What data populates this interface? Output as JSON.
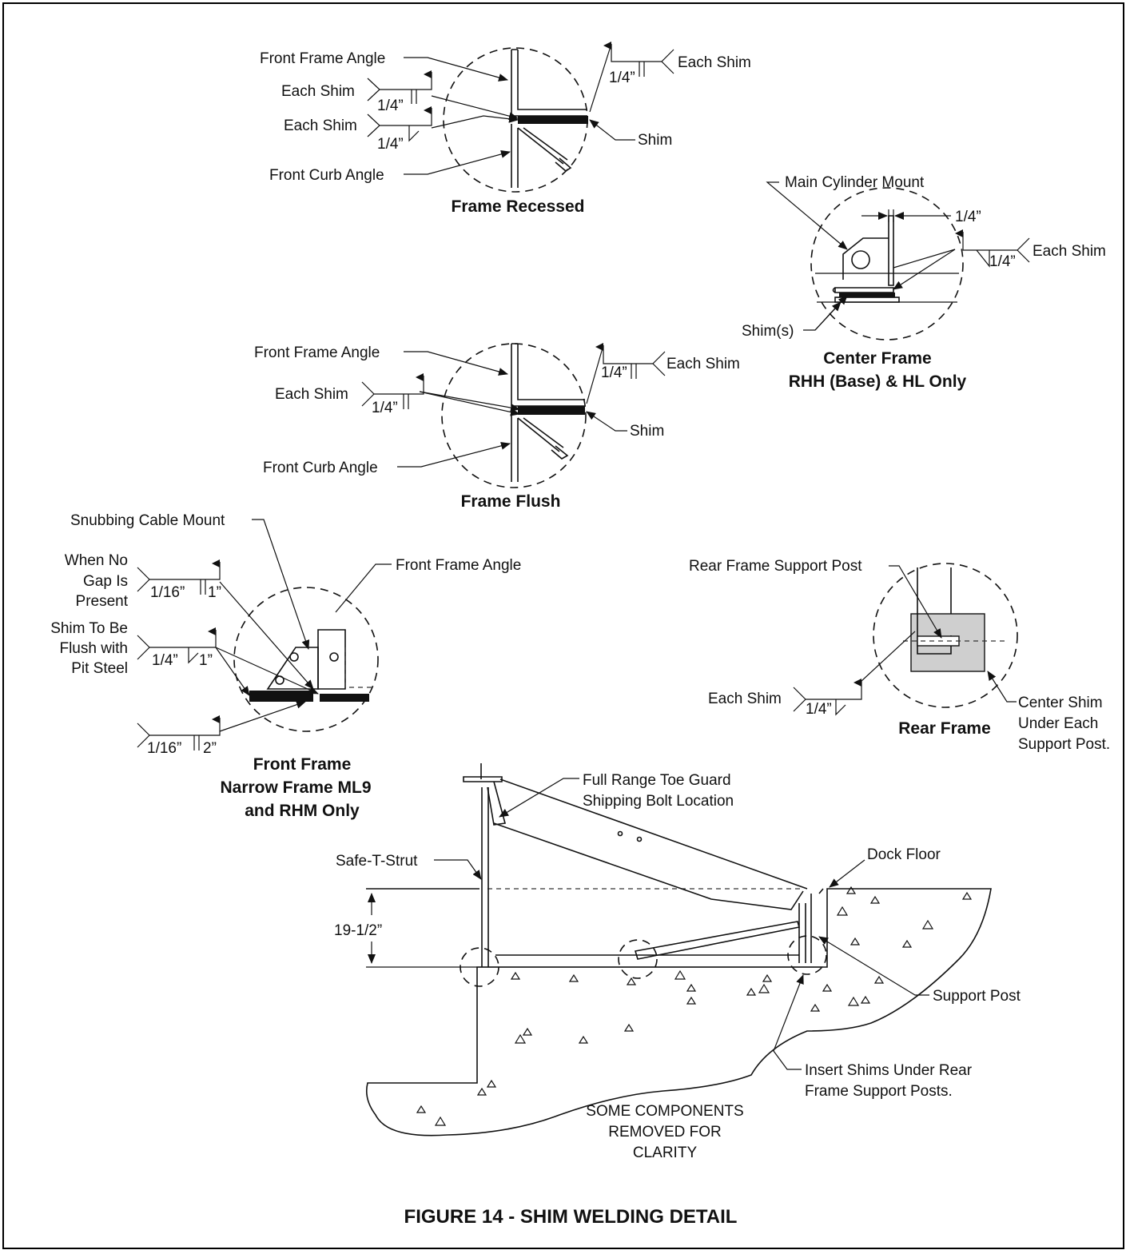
{
  "figure_caption": "FIGURE 14 - SHIM WELDING DETAIL",
  "details": {
    "recessed": {
      "title": "Frame Recessed",
      "front_frame_angle": "Front Frame Angle",
      "each_shim_a": "Each Shim",
      "each_shim_b": "Each Shim",
      "each_shim_right": "Each Shim",
      "front_curb_angle": "Front Curb Angle",
      "shim": "Shim",
      "weld_a": "1/4”",
      "weld_b": "1/4”",
      "weld_right": "1/4”"
    },
    "flush": {
      "title": "Frame Flush",
      "front_frame_angle": "Front Frame Angle",
      "each_shim_left": "Each Shim",
      "each_shim_right": "Each Shim",
      "front_curb_angle": "Front Curb Angle",
      "shim": "Shim",
      "weld_left": "1/4”",
      "weld_right": "1/4”"
    },
    "center": {
      "title_line1": "Center Frame",
      "title_line2": "RHH (Base) & HL Only",
      "main_cylinder_mount": "Main Cylinder Mount",
      "dim": "1/4”",
      "each_shim": "Each Shim",
      "weld": "1/4”",
      "shims": "Shim(s)"
    },
    "front": {
      "title_line1": "Front Frame",
      "title_line2": "Narrow Frame ML9",
      "title_line3": "and RHM Only",
      "snubbing_cable_mount": "Snubbing Cable Mount",
      "front_frame_angle": "Front Frame Angle",
      "no_gap_line1": "When No",
      "no_gap_line2": "Gap Is",
      "no_gap_line3": "Present",
      "flush_line1": "Shim To Be",
      "flush_line2": "Flush with",
      "flush_line3": "Pit Steel",
      "weld1_size": "1/16”",
      "weld1_len": "1”",
      "weld2_size": "1/4”",
      "weld2_len": "1”",
      "weld3_size": "1/16”",
      "weld3_len": "2”"
    },
    "rear": {
      "title": "Rear Frame",
      "rear_frame_support_post": "Rear Frame Support Post",
      "each_shim": "Each Shim",
      "weld": "1/4”",
      "center_line1": "Center Shim",
      "center_line2": "Under Each",
      "center_line3": "Support Post."
    },
    "leveler": {
      "toe_guard_line1": "Full Range Toe Guard",
      "toe_guard_line2": "Shipping Bolt Location",
      "safe_t_strut": "Safe-T-Strut",
      "dock_floor": "Dock Floor",
      "dimension": "19-1/2”",
      "support_post": "Support Post",
      "insert_line1": "Insert Shims Under Rear",
      "insert_line2": "Frame Support Posts.",
      "note_line1": "SOME COMPONENTS",
      "note_line2": "REMOVED FOR",
      "note_line3": "CLARITY"
    }
  }
}
